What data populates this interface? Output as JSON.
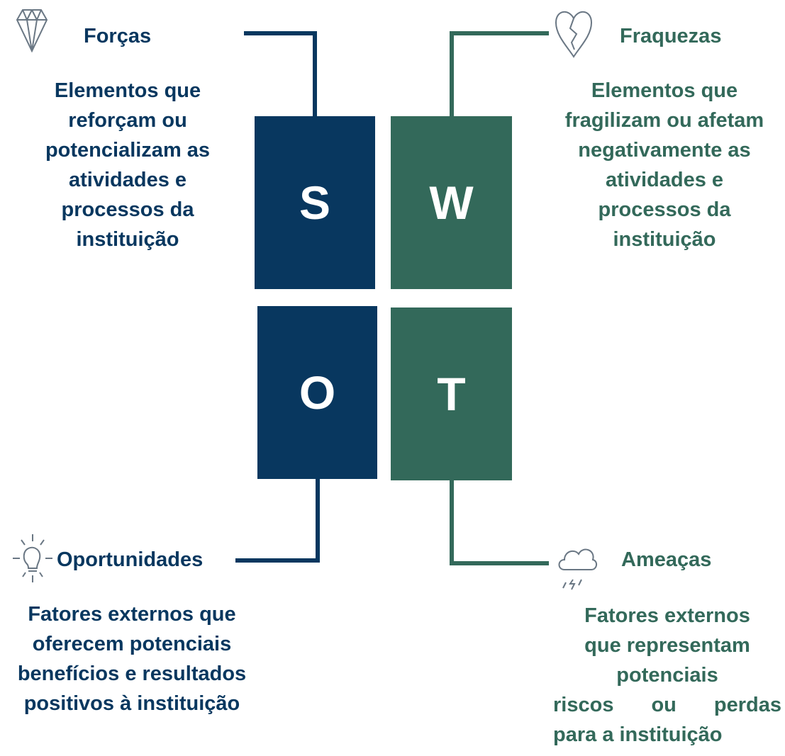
{
  "colors": {
    "blue": "#08375f",
    "green": "#33695a",
    "icon": "#6a7784"
  },
  "boxes": {
    "s": "S",
    "w": "W",
    "o": "O",
    "t": "T"
  },
  "strengths": {
    "icon": "diamond-icon",
    "title": "Forças",
    "lines": [
      "Elementos que",
      "reforçam ou",
      "potencializam as",
      "atividades e",
      "processos da",
      "instituição"
    ]
  },
  "weaknesses": {
    "icon": "broken-heart-icon",
    "title": "Fraquezas",
    "lines": [
      "Elementos que",
      "fragilizam ou afetam",
      "negativamente as",
      "atividades e",
      "processos da",
      "instituição"
    ]
  },
  "opportunities": {
    "icon": "sun-icon",
    "title": "Oportunidades",
    "lines": [
      "Fatores externos que",
      "oferecem potenciais",
      "benefícios e resultados",
      "positivos à instituição"
    ]
  },
  "threats": {
    "icon": "storm-cloud-icon",
    "title": "Ameaças",
    "lines": [
      "Fatores externos",
      "que representam",
      "potenciais"
    ],
    "justified_words": [
      "riscos",
      "ou",
      "perdas"
    ],
    "last_line": "para a instituição"
  }
}
